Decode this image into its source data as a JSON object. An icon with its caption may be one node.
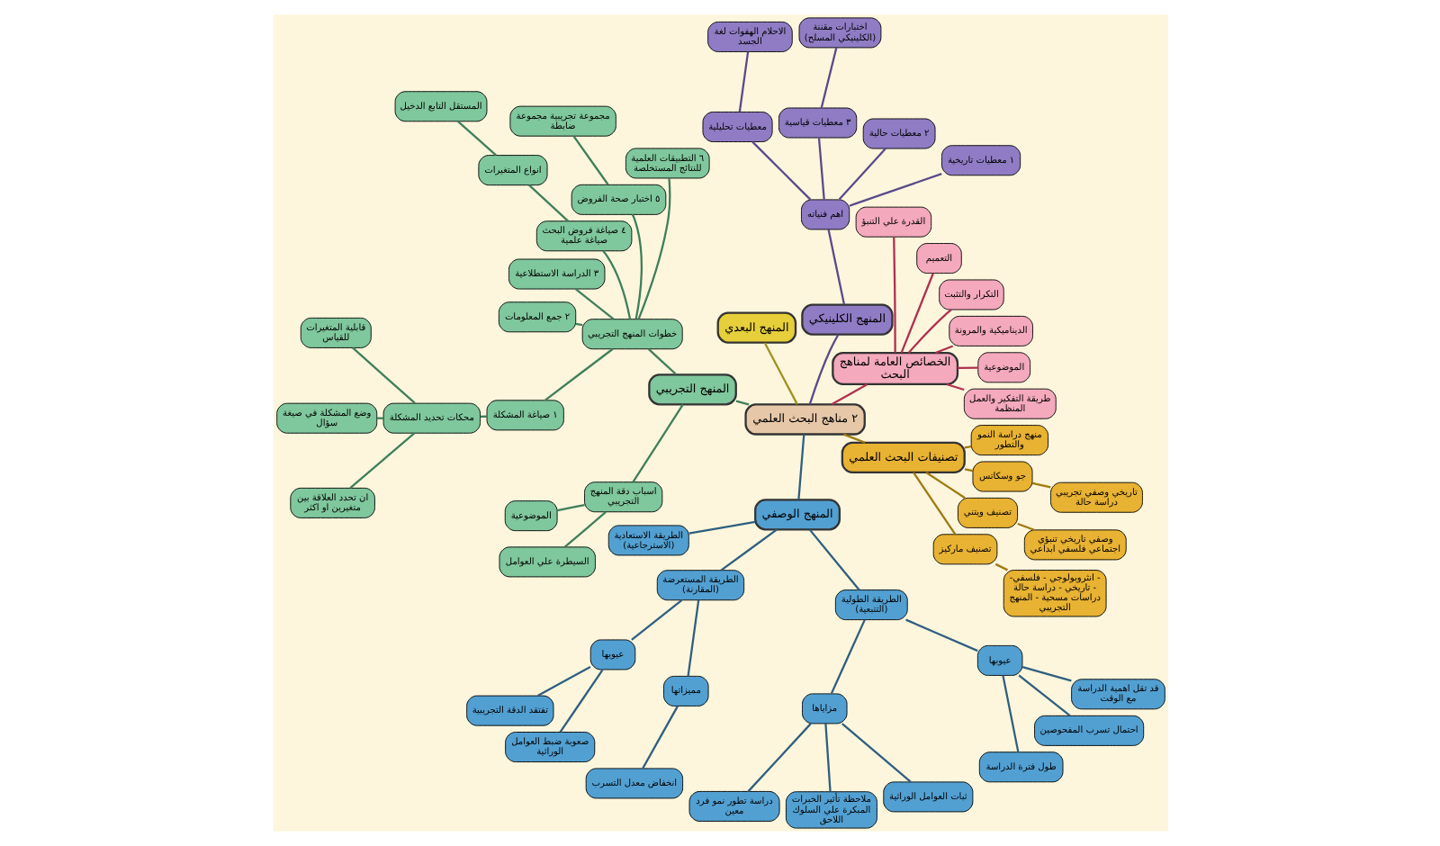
{
  "diagram": {
    "nodes": [
      {
        "text": [
          "٢ مناهج البحث العلمي"
        ]
      },
      {
        "text": [
          "الخصائص العامة لمناهج البحث"
        ]
      },
      {
        "text": [
          "طريقة التفكير والعمل المنظمة"
        ]
      },
      {
        "text": [
          "الموضوعية"
        ]
      },
      {
        "text": [
          "الديناميكية والمرونة"
        ]
      },
      {
        "text": [
          "التكرار والتثبت"
        ]
      },
      {
        "text": [
          "التعميم"
        ]
      },
      {
        "text": [
          "القدرة علي التنبؤ"
        ]
      },
      {
        "text": [
          "المنهج الكلينيكي"
        ]
      },
      {
        "text": [
          "اهم فنياته"
        ]
      },
      {
        "text": [
          "١ معطيات تاريخية"
        ]
      },
      {
        "text": [
          "٢ معطيات حالية"
        ]
      },
      {
        "text": [
          "٣ معطيات قياسية"
        ]
      },
      {
        "text": [
          "اختبارات مقننة (الكلينيكي المسلح)"
        ]
      },
      {
        "text": [
          "معطيات تحليلية"
        ]
      },
      {
        "text": [
          "الاحلام الهفوات لغة الجسد"
        ]
      },
      {
        "text": [
          "المنهج البعدي"
        ]
      },
      {
        "text": [
          "المنهج التجريبي"
        ]
      },
      {
        "text": [
          "خطوات المنهج التجريبي"
        ]
      },
      {
        "text": [
          "٦ التطبيقات العلمية للنتائج المستخلصة"
        ]
      },
      {
        "text": [
          "٥ اختبار صحة الفروض"
        ]
      },
      {
        "text": [
          "مجموعة تجريبية مجموعة ضابطة"
        ]
      },
      {
        "text": [
          "٤ صياغة فروض البحث صياغة علمية"
        ]
      },
      {
        "text": [
          "انواع المتغيرات"
        ]
      },
      {
        "text": [
          "المستقل التابع الدخيل"
        ]
      },
      {
        "text": [
          "٣ الدراسة الاستطلاعية"
        ]
      },
      {
        "text": [
          "٢ جمع المعلومات"
        ]
      },
      {
        "text": [
          "١ صياغة المشكلة"
        ]
      },
      {
        "text": [
          "محكات تحديد المشكلة"
        ]
      },
      {
        "text": [
          "قابلية المتغيرات للقياس"
        ]
      },
      {
        "text": [
          "وضع المشكلة في صيغة سؤال"
        ]
      },
      {
        "text": [
          "ان تحدد العلاقة بين متغيرين او اكثر"
        ]
      },
      {
        "text": [
          "اسباب دقة المنهج التجريبي"
        ]
      },
      {
        "text": [
          "الموضوعية"
        ]
      },
      {
        "text": [
          "السيطرة علي العوامل"
        ]
      },
      {
        "text": [
          "المنهج الوصفي"
        ]
      },
      {
        "text": [
          "الطريقة الاستعادية (الاسترجاعية)"
        ]
      },
      {
        "text": [
          "الطريقة المستعرضة (المقارنة)"
        ]
      },
      {
        "text": [
          "عيوبها"
        ]
      },
      {
        "text": [
          "تفتقد الدقة التجريبية"
        ]
      },
      {
        "text": [
          "صعوبة ضبط العوامل الوراثية"
        ]
      },
      {
        "text": [
          "مميزاتها"
        ]
      },
      {
        "text": [
          "انخفاض معدل التسرب"
        ]
      },
      {
        "text": [
          "الطريقة الطولية (التتبعية)"
        ]
      },
      {
        "text": [
          "مزاياها"
        ]
      },
      {
        "text": [
          "دراسة تطور نمو فرد معين"
        ]
      },
      {
        "text": [
          "ملاحظة تأثير الخبرات المبكرة علي السلوك اللاحق"
        ]
      },
      {
        "text": [
          "ثبات العوامل الوراثية"
        ]
      },
      {
        "text": [
          "عيوبها"
        ]
      },
      {
        "text": [
          "طول فترة الدراسة"
        ]
      },
      {
        "text": [
          "احتمال تسرب المفحوصين"
        ]
      },
      {
        "text": [
          "قد تقل اهمية الدراسة مع الوقت"
        ]
      },
      {
        "text": [
          "تصنيفات البحث العلمي"
        ]
      },
      {
        "text": [
          "تصنيف ماركيز"
        ]
      },
      {
        "text": [
          "-انثروبولوجي - فلسفي - تاريخي - دراسة حالة - دراسات مسحية - المنهج التجريبي"
        ]
      },
      {
        "text": [
          "تصنيف ويتني"
        ]
      },
      {
        "text": [
          "وصفي تاريخي تنبؤي اجتماعي فلسفي ابداعي"
        ]
      },
      {
        "text": [
          "جو وسكاتس"
        ]
      },
      {
        "text": [
          "تاريخي وصفي تجريبي دراسة حالة"
        ]
      },
      {
        "text": [
          "منهج دراسة النمو والتطور"
        ]
      }
    ],
    "edges": [
      {
        "from": 0,
        "to": 1,
        "arrow": "none",
        "color": "#b03050"
      },
      {
        "from": 1,
        "to": 2,
        "arrow": "none",
        "color": "#b03050"
      },
      {
        "from": 1,
        "to": 3,
        "arrow": "none",
        "color": "#b03050"
      },
      {
        "from": 1,
        "to": 4,
        "arrow": "none",
        "color": "#b03050"
      },
      {
        "from": 1,
        "to": 5,
        "arrow": "none",
        "color": "#b03050"
      },
      {
        "from": 1,
        "to": 6,
        "arrow": "none",
        "color": "#b03050"
      },
      {
        "from": 1,
        "to": 7,
        "arrow": "none",
        "color": "#b03050"
      },
      {
        "from": 0,
        "to": 8,
        "arrow": "none",
        "color": "#5a4a8a"
      },
      {
        "from": 8,
        "to": 9,
        "arrow": "none",
        "color": "#5a4a8a"
      },
      {
        "from": 9,
        "to": 10,
        "arrow": "none",
        "color": "#5a4a8a"
      },
      {
        "from": 9,
        "to": 11,
        "arrow": "none",
        "color": "#5a4a8a"
      },
      {
        "from": 9,
        "to": 12,
        "arrow": "none",
        "color": "#5a4a8a"
      },
      {
        "from": 12,
        "to": 13,
        "arrow": "none",
        "color": "#5a4a8a"
      },
      {
        "from": 9,
        "to": 14,
        "arrow": "none",
        "color": "#5a4a8a"
      },
      {
        "from": 14,
        "to": 15,
        "arrow": "none",
        "color": "#5a4a8a"
      },
      {
        "from": 0,
        "to": 16,
        "arrow": "none",
        "color": "#a09020"
      },
      {
        "from": 0,
        "to": 17,
        "arrow": "none",
        "color": "#3f7f5a"
      },
      {
        "from": 17,
        "to": 18,
        "arrow": "none",
        "color": "#3f7f5a"
      },
      {
        "from": 18,
        "to": 19,
        "arrow": "none",
        "color": "#3f7f5a"
      },
      {
        "from": 18,
        "to": 20,
        "arrow": "none",
        "color": "#3f7f5a"
      },
      {
        "from": 20,
        "to": 21,
        "arrow": "none",
        "color": "#3f7f5a"
      },
      {
        "from": 18,
        "to": 22,
        "arrow": "none",
        "color": "#3f7f5a"
      },
      {
        "from": 22,
        "to": 23,
        "arrow": "none",
        "color": "#3f7f5a"
      },
      {
        "from": 23,
        "to": 24,
        "arrow": "none",
        "color": "#3f7f5a"
      },
      {
        "from": 18,
        "to": 25,
        "arrow": "none",
        "color": "#3f7f5a"
      },
      {
        "from": 18,
        "to": 26,
        "arrow": "none",
        "color": "#3f7f5a"
      },
      {
        "from": 18,
        "to": 27,
        "arrow": "none",
        "color": "#3f7f5a"
      },
      {
        "from": 27,
        "to": 28,
        "arrow": "none",
        "color": "#3f7f5a"
      },
      {
        "from": 28,
        "to": 29,
        "arrow": "none",
        "color": "#3f7f5a"
      },
      {
        "from": 28,
        "to": 30,
        "arrow": "none",
        "color": "#3f7f5a"
      },
      {
        "from": 28,
        "to": 31,
        "arrow": "none",
        "color": "#3f7f5a"
      },
      {
        "from": 17,
        "to": 32,
        "arrow": "none",
        "color": "#3f7f5a"
      },
      {
        "from": 32,
        "to": 33,
        "arrow": "none",
        "color": "#3f7f5a"
      },
      {
        "from": 32,
        "to": 34,
        "arrow": "none",
        "color": "#3f7f5a"
      },
      {
        "from": 0,
        "to": 35,
        "arrow": "none",
        "color": "#2f5f80"
      },
      {
        "from": 35,
        "to": 36,
        "arrow": "none",
        "color": "#2f5f80"
      },
      {
        "from": 35,
        "to": 37,
        "arrow": "none",
        "color": "#2f5f80"
      },
      {
        "from": 37,
        "to": 38,
        "arrow": "none",
        "color": "#2f5f80"
      },
      {
        "from": 38,
        "to": 39,
        "arrow": "none",
        "color": "#2f5f80"
      },
      {
        "from": 38,
        "to": 40,
        "arrow": "none",
        "color": "#2f5f80"
      },
      {
        "from": 37,
        "to": 41,
        "arrow": "none",
        "color": "#2f5f80"
      },
      {
        "from": 41,
        "to": 42,
        "arrow": "none",
        "color": "#2f5f80"
      },
      {
        "from": 35,
        "to": 43,
        "arrow": "none",
        "color": "#2f5f80"
      },
      {
        "from": 43,
        "to": 44,
        "arrow": "none",
        "color": "#2f5f80"
      },
      {
        "from": 44,
        "to": 45,
        "arrow": "none",
        "color": "#2f5f80"
      },
      {
        "from": 44,
        "to": 46,
        "arrow": "none",
        "color": "#2f5f80"
      },
      {
        "from": 44,
        "to": 47,
        "arrow": "none",
        "color": "#2f5f80"
      },
      {
        "from": 43,
        "to": 48,
        "arrow": "none",
        "color": "#2f5f80"
      },
      {
        "from": 48,
        "to": 49,
        "arrow": "none",
        "color": "#2f5f80"
      },
      {
        "from": 48,
        "to": 50,
        "arrow": "none",
        "color": "#2f5f80"
      },
      {
        "from": 48,
        "to": 51,
        "arrow": "none",
        "color": "#2f5f80"
      },
      {
        "from": 0,
        "to": 52,
        "arrow": "none",
        "color": "#a07810"
      },
      {
        "from": 52,
        "to": 53,
        "arrow": "none",
        "color": "#a07810"
      },
      {
        "from": 53,
        "to": 54,
        "arrow": "none",
        "color": "#a07810"
      },
      {
        "from": 52,
        "to": 55,
        "arrow": "none",
        "color": "#a07810"
      },
      {
        "from": 55,
        "to": 56,
        "arrow": "none",
        "color": "#a07810"
      },
      {
        "from": 52,
        "to": 57,
        "arrow": "none",
        "color": "#a07810"
      },
      {
        "from": 57,
        "to": 58,
        "arrow": "none",
        "color": "#a07810"
      },
      {
        "from": 52,
        "to": 59,
        "arrow": "none",
        "color": "#a07810"
      }
    ]
  }
}
